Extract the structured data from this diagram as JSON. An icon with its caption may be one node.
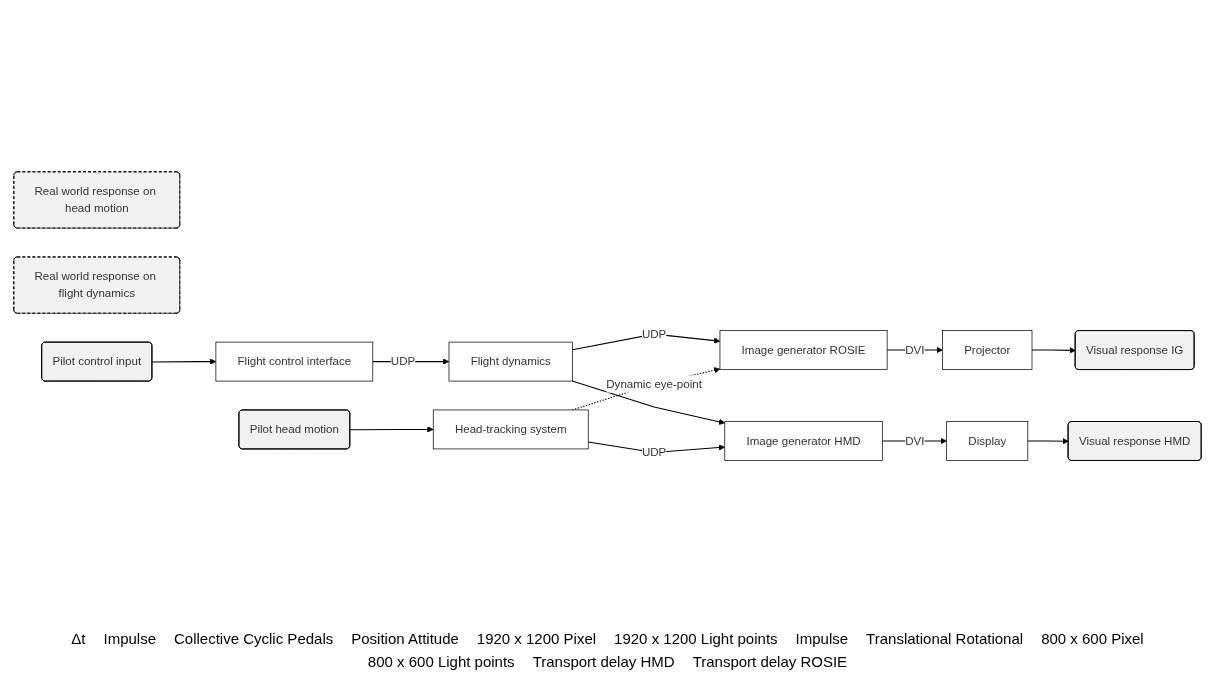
{
  "diagram": {
    "nodes": [
      {
        "text": [
          "Real world response on head motion"
        ]
      },
      {
        "text": [
          "Real world response on flight dynamics"
        ]
      },
      {
        "text": [
          "Pilot control input"
        ]
      },
      {
        "text": [
          "Flight control interface"
        ]
      },
      {
        "text": [
          "Flight dynamics"
        ]
      },
      {
        "text": [
          "Image generator ROSIE"
        ]
      },
      {
        "text": [
          "Projector"
        ]
      },
      {
        "text": [
          "Visual response IG"
        ]
      },
      {
        "text": [
          "Pilot head motion"
        ]
      },
      {
        "text": [
          "Head-tracking system"
        ]
      },
      {
        "text": [
          "Image generator HMD"
        ]
      },
      {
        "text": [
          "Display"
        ]
      },
      {
        "text": [
          "Visual response HMD"
        ]
      }
    ],
    "edges": [
      {
        "from": 2,
        "to": 3,
        "arrow": "to"
      },
      {
        "from": 3,
        "to": 4,
        "arrow": "to",
        "label": "UDP"
      },
      {
        "from": 4,
        "to": 5,
        "arrow": "to",
        "label": "UDP"
      },
      {
        "from": 5,
        "to": 6,
        "arrow": "to",
        "label": "DVI"
      },
      {
        "from": 6,
        "to": 7,
        "arrow": "to"
      },
      {
        "from": 4,
        "to": 10,
        "arrow": "to"
      },
      {
        "from": 9,
        "to": 5,
        "arrow": "to",
        "label": "Dynamic eye-point",
        "style": "dashed"
      },
      {
        "from": 8,
        "to": 9,
        "arrow": "to"
      },
      {
        "from": 9,
        "to": 10,
        "arrow": "to",
        "label": "UDP"
      },
      {
        "from": 10,
        "to": 11,
        "arrow": "to",
        "label": "DVI"
      },
      {
        "from": 11,
        "to": 12,
        "arrow": "to"
      }
    ],
    "labels": [
      "Δt",
      "Impulse",
      "Collective Cyclic Pedals",
      "Position Attitude",
      "1920 x 1200 Pixel",
      "1920 x 1200 Light points",
      "Impulse",
      "Translational Rotational",
      "800 x 600 Pixel",
      "800 x 600 Light points",
      "Transport delay HMD",
      "Transport delay ROSIE"
    ]
  }
}
